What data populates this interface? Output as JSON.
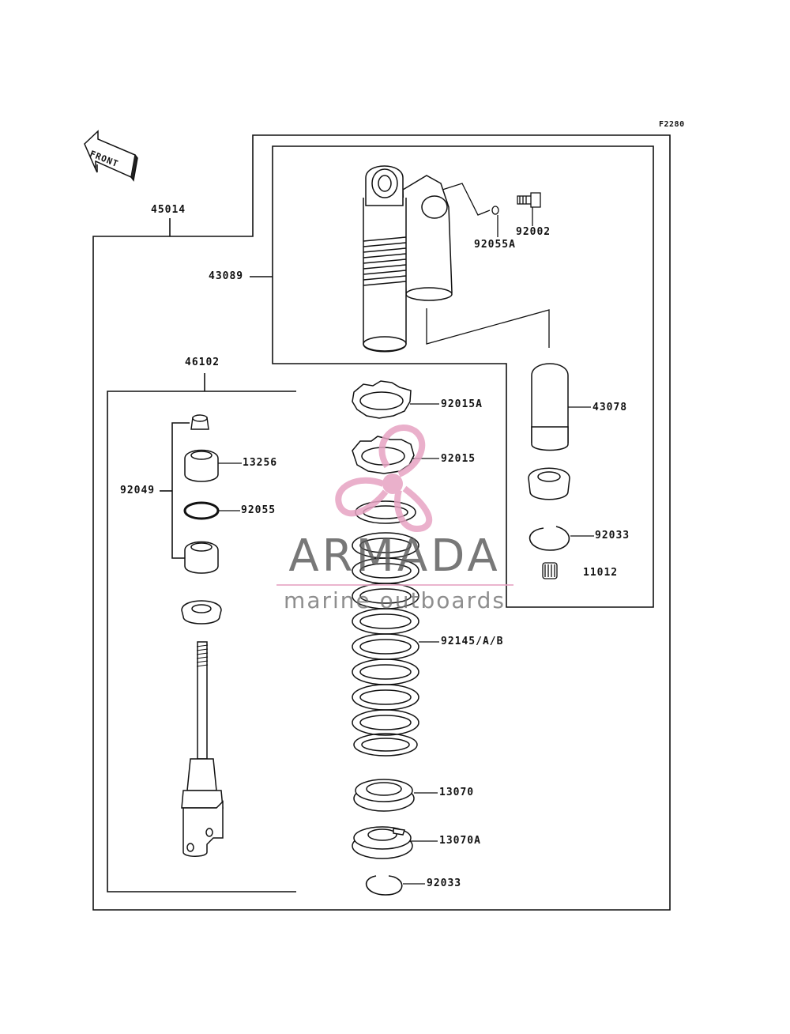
{
  "diagram": {
    "code": "F2280",
    "front_label": "FRONT",
    "parts": {
      "p45014": "45014",
      "p43089": "43089",
      "p92055A": "92055A",
      "p92002": "92002",
      "p46102": "46102",
      "p92015A": "92015A",
      "p92015": "92015",
      "p43078": "43078",
      "p13256": "13256",
      "p92049": "92049",
      "p92055": "92055",
      "p92033_top": "92033",
      "p11012": "11012",
      "p92145": "92145/A/B",
      "p13070": "13070",
      "p13070A": "13070A",
      "p92033_bottom": "92033"
    }
  },
  "watermark": {
    "brand": "ARMADA",
    "tagline": "marine outboards",
    "logo_color": "#e7a3c3",
    "text_color": "#5a5a5a"
  }
}
